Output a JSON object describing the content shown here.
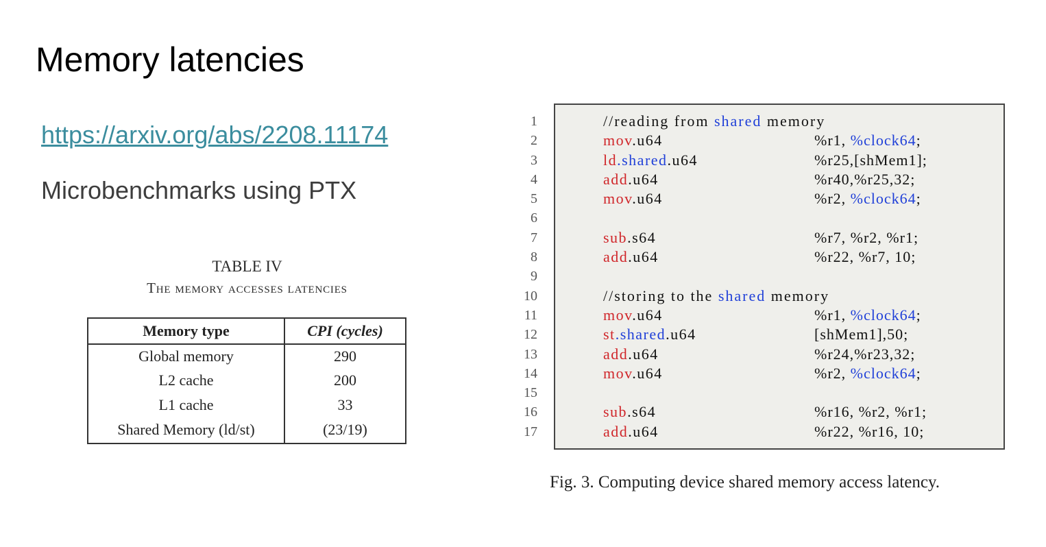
{
  "slide": {
    "title": "Memory latencies",
    "link": "https://arxiv.org/abs/2208.11174",
    "subtitle": "Microbenchmarks using PTX"
  },
  "table": {
    "number": "TABLE IV",
    "title": "The memory accesses latencies",
    "headers": [
      "Memory type",
      "CPI (cycles)"
    ],
    "rows": [
      [
        "Global memory",
        "290"
      ],
      [
        "L2 cache",
        "200"
      ],
      [
        "L1 cache",
        "33"
      ],
      [
        "Shared Memory (ld/st)",
        "(23/19)"
      ]
    ]
  },
  "code": {
    "line_numbers": [
      "1",
      "2",
      "3",
      "4",
      "5",
      "6",
      "7",
      "8",
      "9",
      "10",
      "11",
      "12",
      "13",
      "14",
      "15",
      "16",
      "17"
    ],
    "lines": [
      {
        "comment": "//reading from ",
        "comment_kw": "shared",
        "comment_end": " memory"
      },
      {
        "op": "mov",
        "type": ".u64",
        "args": "%r1, ",
        "args_kw": "%clock64",
        "args_end": ";"
      },
      {
        "op": "ld",
        "op_kw": ".shared",
        "type": ".u64",
        "args": "%r25,[shMem1];"
      },
      {
        "op": "add",
        "type": ".u64",
        "args": "%r40,%r25,32;"
      },
      {
        "op": "mov",
        "type": ".u64",
        "args": "%r2, ",
        "args_kw": "%clock64",
        "args_end": ";"
      },
      {},
      {
        "op": "sub",
        "type": ".s64",
        "args": "%r7, %r2, %r1;"
      },
      {
        "op": "add",
        "type": ".u64",
        "args": "%r22, %r7, 10;"
      },
      {},
      {
        "comment": "//storing to the ",
        "comment_kw": "shared",
        "comment_end": " memory"
      },
      {
        "op": "mov",
        "type": ".u64",
        "args": "%r1, ",
        "args_kw": "%clock64",
        "args_end": ";"
      },
      {
        "op": "st",
        "op_kw": ".shared",
        "type": ".u64",
        "args": "[shMem1],50;"
      },
      {
        "op": "add",
        "type": ".u64",
        "args": "%r24,%r23,32;"
      },
      {
        "op": "mov",
        "type": ".u64",
        "args": "%r2, ",
        "args_kw": "%clock64",
        "args_end": ";"
      },
      {},
      {
        "op": "sub",
        "type": ".s64",
        "args": "%r16, %r2, %r1;"
      },
      {
        "op": "add",
        "type": ".u64",
        "args": "%r22, %r16, 10;"
      }
    ]
  },
  "figure": {
    "caption": "Fig. 3.  Computing device shared memory access latency."
  },
  "colors": {
    "link": "#3b8d9e",
    "keyword_red": "#d0262a",
    "keyword_blue": "#1f3fd8",
    "code_background": "#efefeb"
  }
}
